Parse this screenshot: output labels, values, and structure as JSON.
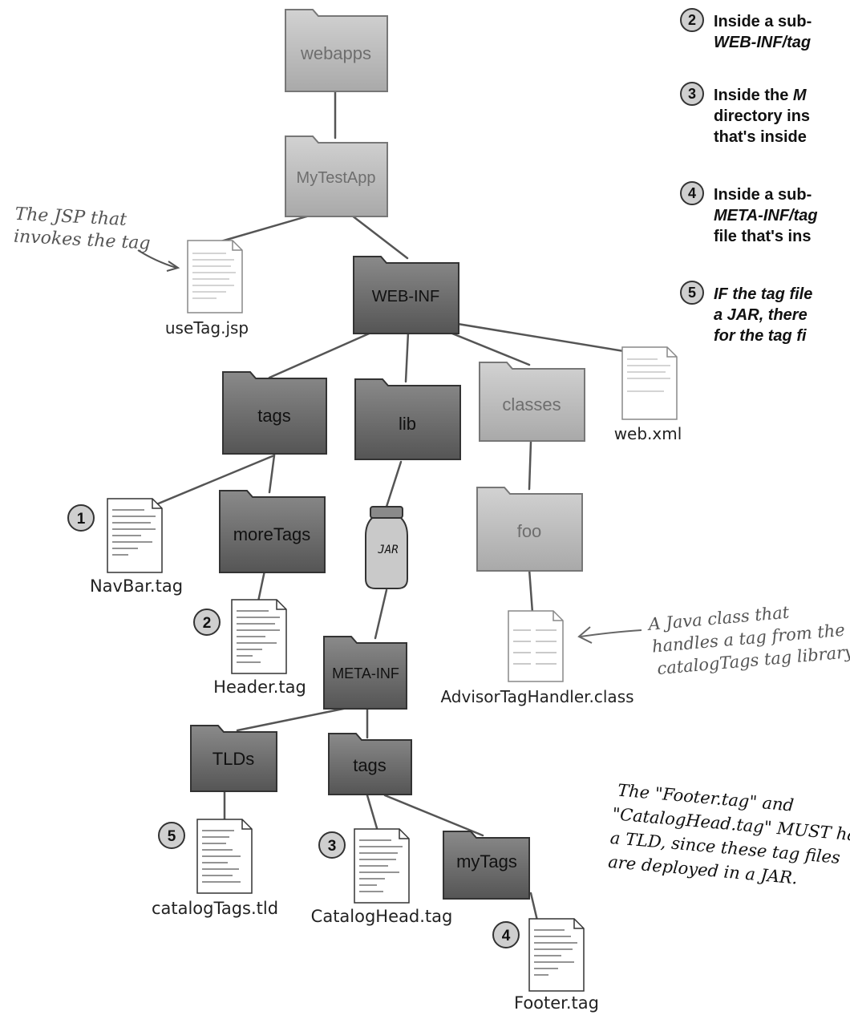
{
  "folders": {
    "webapps": "webapps",
    "mytestapp": "MyTestApp",
    "webinf": "WEB-INF",
    "tags": "tags",
    "lib": "lib",
    "classes": "classes",
    "moretags": "moreTags",
    "foo": "foo",
    "metainf": "META-INF",
    "tlds": "TLDs",
    "tags2": "tags",
    "mytags": "myTags"
  },
  "jar_label": "JAR",
  "files": {
    "usetag": "useTag.jsp",
    "webxml": "web.xml",
    "navbar": "NavBar.tag",
    "header": "Header.tag",
    "advisor": "AdvisorTagHandler.class",
    "catalogtld": "catalogTags.tld",
    "cataloghead": "CatalogHead.tag",
    "footer": "Footer.tag"
  },
  "badges": {
    "navbar": "1",
    "header": "2",
    "catalogtld": "5",
    "cataloghead": "3",
    "footer": "4"
  },
  "notes": {
    "jsp_1": "The JSP that",
    "jsp_2": "invokes the tag",
    "java_1": "A Java class that",
    "java_2": "handles a tag from the",
    "java_3": "catalogTags tag library",
    "footer_1": "The \"Footer.tag\" and",
    "footer_2": "\"CatalogHead.tag\" MUST hav",
    "footer_3": "a TLD, since these tag files",
    "footer_4": "are deployed in a JAR."
  },
  "callouts": [
    {
      "num": "2",
      "l1": "Inside a sub-",
      "l2": "WEB-INF/tag"
    },
    {
      "num": "3",
      "l1": "Inside the ",
      "l1i": "M",
      "l2": "directory ins",
      "l3": "that's inside"
    },
    {
      "num": "4",
      "l1": "Inside a sub-",
      "l2": "META-INF/tag",
      "l3": "file that's ins"
    },
    {
      "num": "5",
      "l1": "IF the tag file",
      "l2": "a JAR, there",
      "l3": "for the tag fi"
    }
  ],
  "colors": {
    "light_folder": "#b9b9b9",
    "dark_folder": "#6f6f6f",
    "line": "#555555"
  }
}
